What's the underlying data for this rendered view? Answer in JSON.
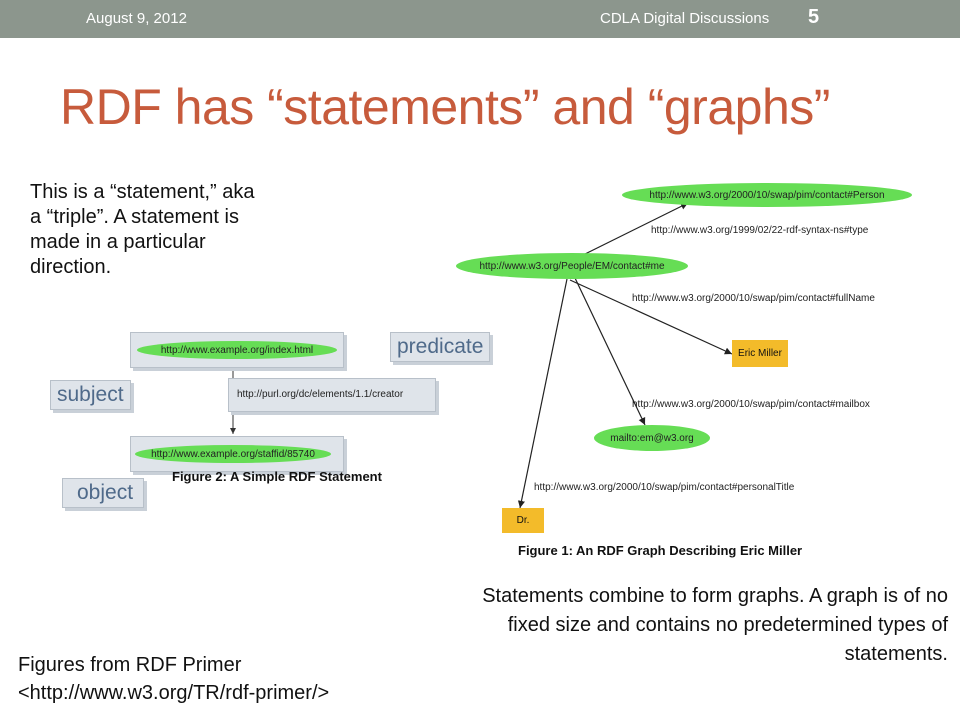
{
  "header": {
    "date": "August 9, 2012",
    "footer": "CDLA Digital Discussions",
    "slide_number": "5"
  },
  "title": "RDF has “statements” and “graphs”",
  "statement_text": "This is a “statement,” aka a “triple”. A statement is made in a particular direction.",
  "statement_figure": {
    "subject_label": "subject",
    "predicate_label": "predicate",
    "object_label": "object",
    "subject_uri": "http://www.example.org/index.html",
    "predicate_uri": "http://purl.org/dc/elements/1.1/creator",
    "object_uri": "http://www.example.org/staffid/85740",
    "caption": "Figure 2: A Simple RDF Statement"
  },
  "graph_figure": {
    "person_uri": "http://www.w3.org/2000/10/swap/pim/contact#Person",
    "type_uri": "http://www.w3.org/1999/02/22-rdf-syntax-ns#type",
    "me_uri": "http://www.w3.org/People/EM/contact#me",
    "fullname_uri": "http://www.w3.org/2000/10/swap/pim/contact#fullName",
    "fullname_value": "Eric Miller",
    "mailbox_uri": "http://www.w3.org/2000/10/swap/pim/contact#mailbox",
    "mailbox_value": "mailto:em@w3.org",
    "title_uri": "http://www.w3.org/2000/10/swap/pim/contact#personalTitle",
    "title_value": "Dr.",
    "caption": "Figure 1: An RDF Graph Describing Eric Miller"
  },
  "graph_text": "Statements combine to form graphs. A graph is of no fixed size and contains no predetermined types of statements.",
  "figures_source": {
    "line1": "Figures from RDF Primer",
    "line2": "<http://www.w3.org/TR/rdf-primer/>"
  }
}
